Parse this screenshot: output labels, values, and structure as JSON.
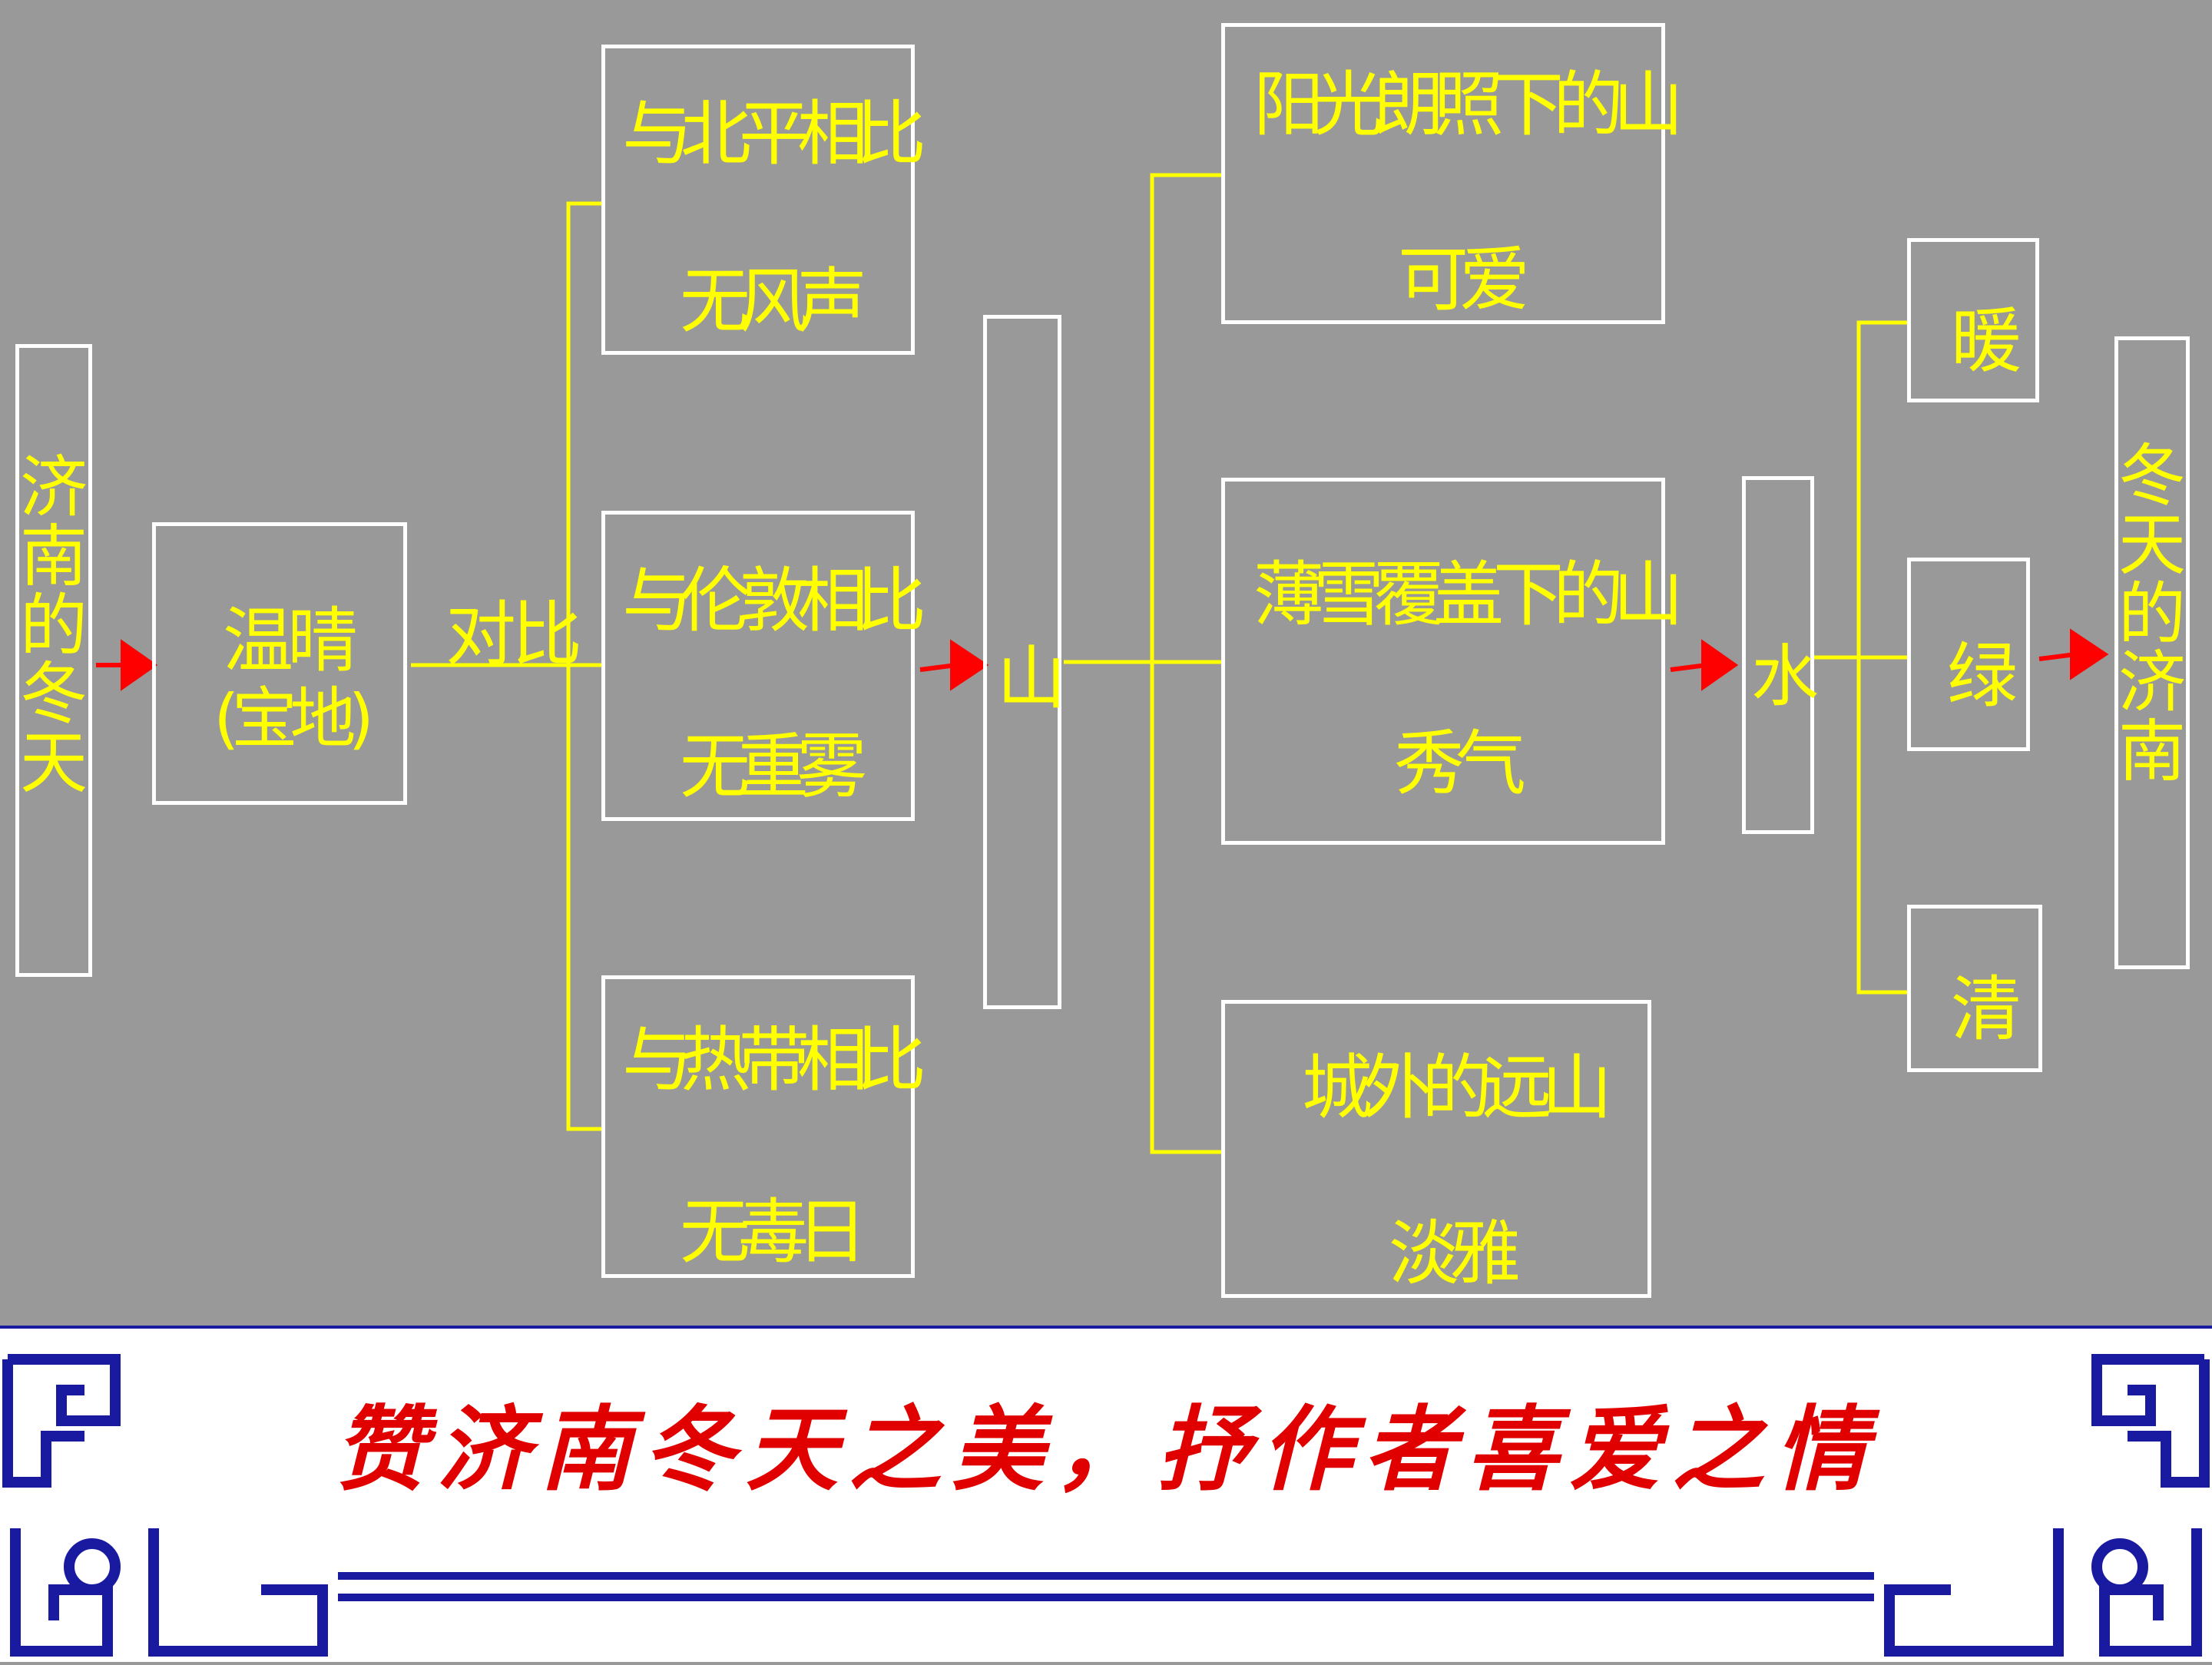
{
  "left_title": "济南的冬天",
  "right_title": "冬天的济南",
  "feature": {
    "line1": "温晴",
    "line2": "(宝地)"
  },
  "contrast_label": "对比",
  "comparisons": [
    {
      "line1": "与北平相比",
      "line2": "无风声"
    },
    {
      "line1": "与伦敦相比",
      "line2": "无重雾"
    },
    {
      "line1": "与热带相比",
      "line2": "无毒日"
    }
  ],
  "mountain_label": "山",
  "mountain_views": [
    {
      "line1": "阳光朗照下的山",
      "line2": "可爱"
    },
    {
      "line1": "薄雪覆盖下的山",
      "line2": "秀气"
    },
    {
      "line1": "城外的远山",
      "line2": "淡雅"
    }
  ],
  "water_label": "水",
  "water_traits": [
    "暖",
    "绿",
    "清"
  ],
  "banner_text": "赞济南冬天之美，抒作者喜爱之情",
  "colors": {
    "background": "#999999",
    "text": "#ffff00",
    "lines": "#ffff00",
    "arrow": "#ff0000",
    "box_border": "#ffffff",
    "banner_text": "#e00000",
    "banner_pattern": "#1a1aa0"
  }
}
